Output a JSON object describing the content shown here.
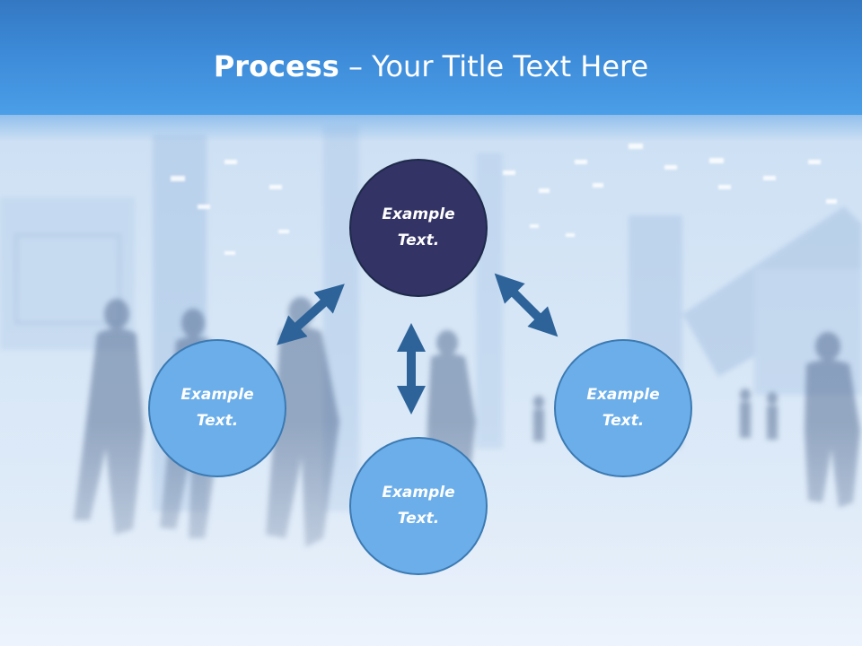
{
  "slide": {
    "title_strong": "Process",
    "title_rest": " – Your Title Text Here"
  },
  "diagram": {
    "nodes": {
      "center": {
        "line1": "Example",
        "line2": "Text."
      },
      "left": {
        "line1": "Example",
        "line2": "Text."
      },
      "right": {
        "line1": "Example",
        "line2": "Text."
      },
      "bottom": {
        "line1": "Example",
        "line2": "Text."
      }
    },
    "colors": {
      "center_fill": "#333366",
      "node_fill": "#6baeea",
      "node_border": "#3c7ab2",
      "arrow": "#2d6399",
      "title_bar": "#3c8ad8"
    }
  }
}
